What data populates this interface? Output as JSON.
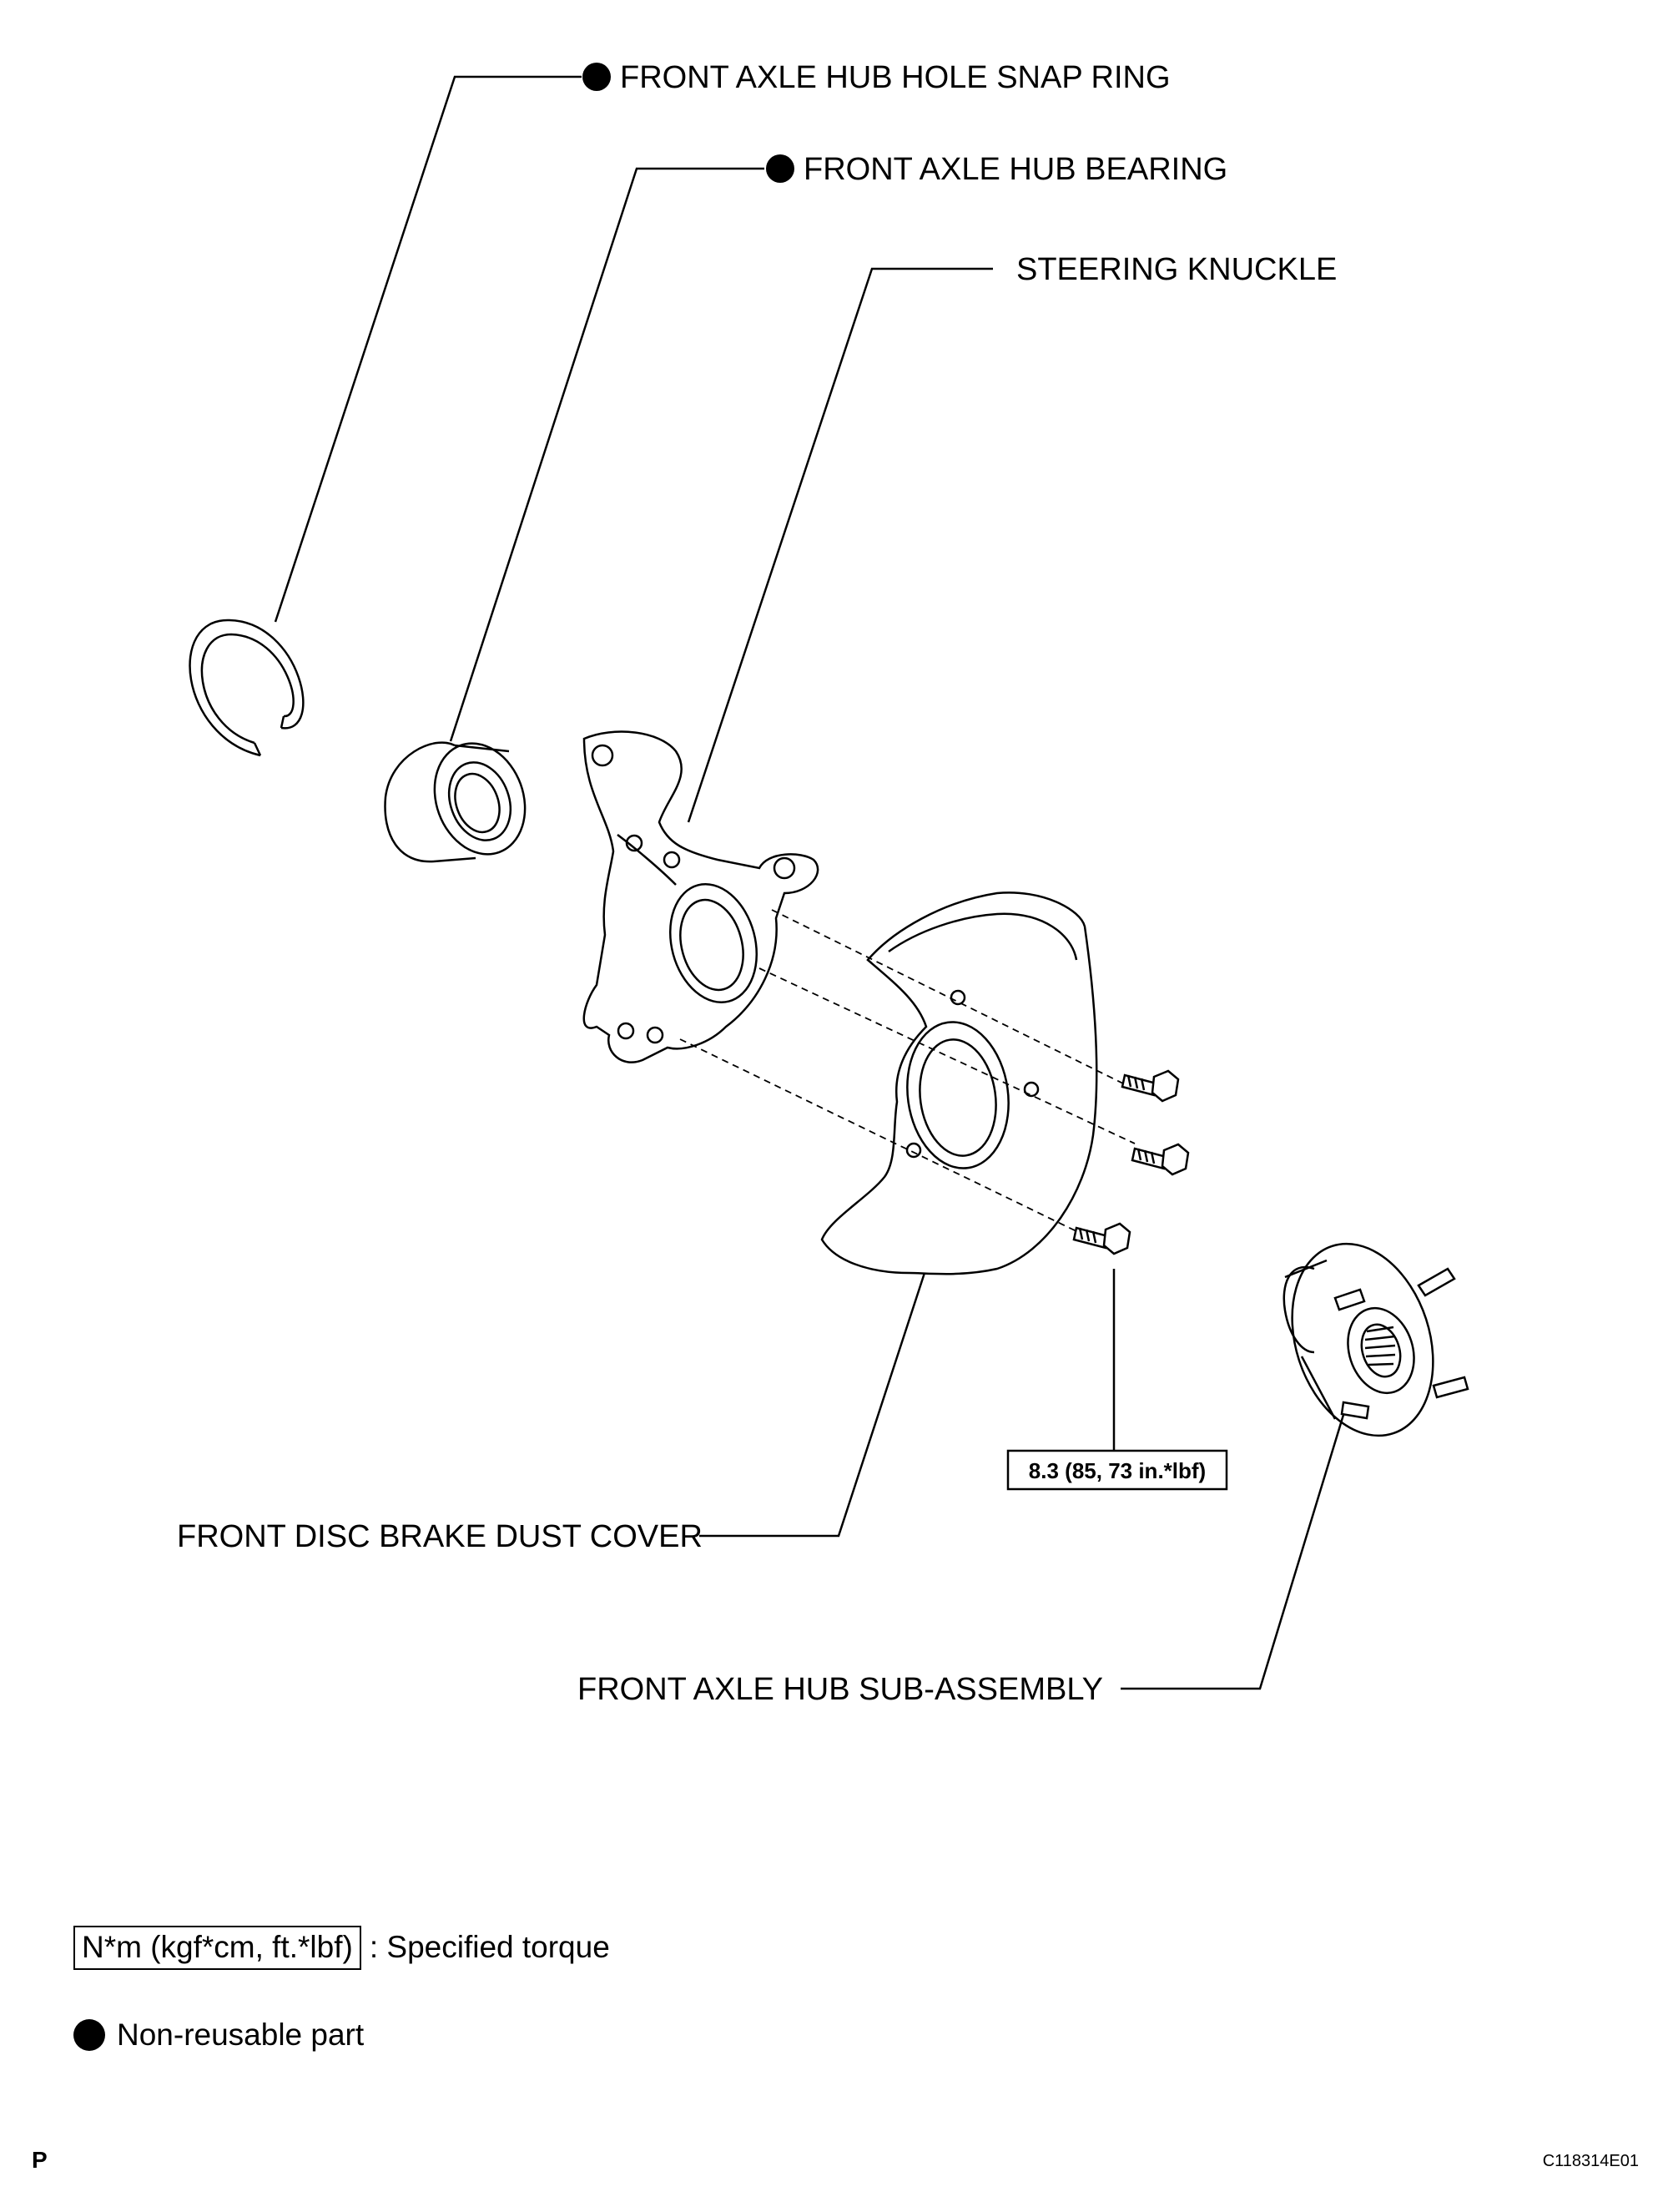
{
  "callouts": {
    "snap_ring": "FRONT AXLE HUB HOLE SNAP RING",
    "bearing": "FRONT AXLE HUB BEARING",
    "knuckle": "STEERING KNUCKLE",
    "dust_cover": "FRONT DISC BRAKE DUST COVER",
    "hub": "FRONT AXLE HUB SUB-ASSEMBLY"
  },
  "torque_spec": "8.3 (85, 73 in.*lbf)",
  "legend": {
    "torque_units": "N*m (kgf*cm, ft.*lbf)",
    "torque_desc": ": Specified torque",
    "non_reusable": "Non-reusable part"
  },
  "footer": {
    "left_mark": "P",
    "figure_id": "C118314E01"
  }
}
